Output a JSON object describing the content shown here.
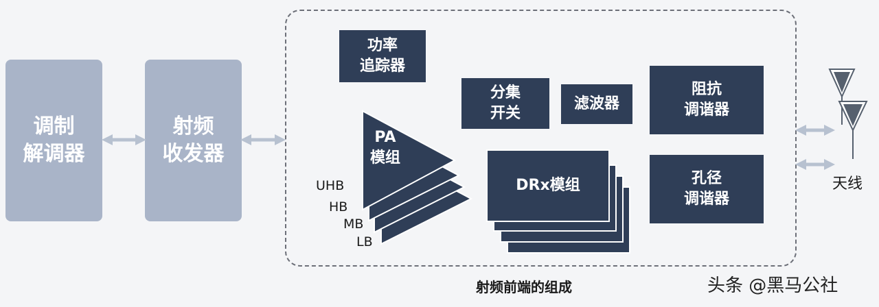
{
  "modem": {
    "line1": "调制",
    "line2": "解调器"
  },
  "transceiver": {
    "line1": "射频",
    "line2": "收发器"
  },
  "power_tracker": {
    "line1": "功率",
    "line2": "追踪器"
  },
  "diversity_switch": {
    "line1": "分集",
    "line2": "开关"
  },
  "filter": {
    "label": "滤波器"
  },
  "impedance_tuner": {
    "line1": "阻抗",
    "line2": "调谐器"
  },
  "aperture_tuner": {
    "line1": "孔径",
    "line2": "调谐器"
  },
  "pa_module": {
    "line1": "PA",
    "line2": "模组"
  },
  "drx_module": {
    "label": "DRx模组"
  },
  "bands": [
    "UHB",
    "HB",
    "MB",
    "LB"
  ],
  "antenna": {
    "label": "天线"
  },
  "caption": "射频前端的组成",
  "watermark": "头条 @黑马公社",
  "colors": {
    "light_block": "#a9b4c8",
    "dark_block": "#2f3e57",
    "arrow": "#b7c1d0",
    "frame": "#6c6f78",
    "antenna": "#56606e"
  }
}
